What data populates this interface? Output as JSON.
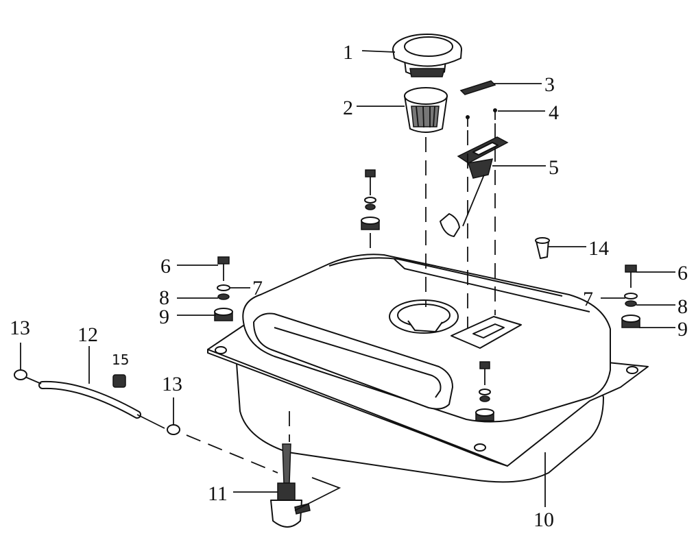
{
  "labels": [
    {
      "id": "p1",
      "text": "1"
    },
    {
      "id": "p2",
      "text": "2"
    },
    {
      "id": "p3",
      "text": "3"
    },
    {
      "id": "p4",
      "text": "4"
    },
    {
      "id": "p5",
      "text": "5"
    },
    {
      "id": "p6a",
      "text": "6"
    },
    {
      "id": "p6b",
      "text": "6"
    },
    {
      "id": "p7a",
      "text": "7"
    },
    {
      "id": "p7b",
      "text": "7"
    },
    {
      "id": "p8a",
      "text": "8"
    },
    {
      "id": "p8b",
      "text": "8"
    },
    {
      "id": "p9a",
      "text": "9"
    },
    {
      "id": "p9b",
      "text": "9"
    },
    {
      "id": "p10",
      "text": "10"
    },
    {
      "id": "p11",
      "text": "11"
    },
    {
      "id": "p12",
      "text": "12"
    },
    {
      "id": "p13a",
      "text": "13"
    },
    {
      "id": "p13b",
      "text": "13"
    },
    {
      "id": "p14",
      "text": "14"
    },
    {
      "id": "p15",
      "text": "15"
    }
  ]
}
